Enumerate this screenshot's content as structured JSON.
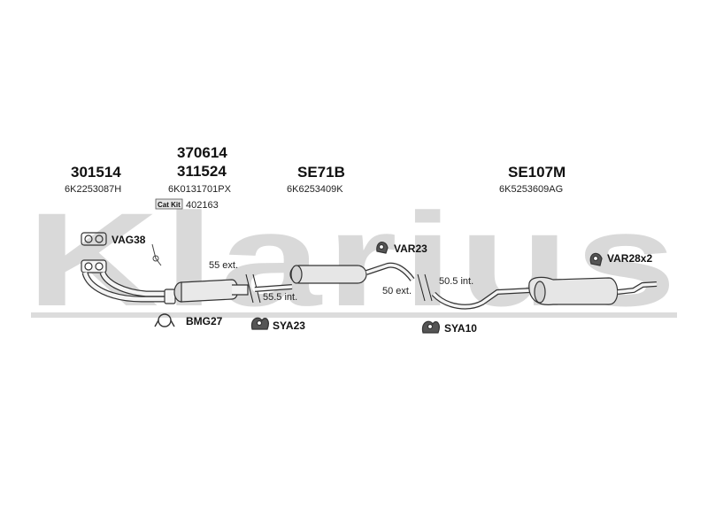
{
  "watermark": "Klarius",
  "parts": {
    "front": {
      "code": "301514",
      "oem": "6K2253087H"
    },
    "cat_alt": {
      "code": "370614"
    },
    "cat": {
      "code": "311524",
      "oem": "6K0131701PX",
      "kit_label": "Cat Kit",
      "kit_code": "402163"
    },
    "middle": {
      "code": "SE71B",
      "oem": "6K6253409K"
    },
    "rear": {
      "code": "SE107M",
      "oem": "6K5253609AG"
    }
  },
  "accessories": {
    "vag38": "VAG38",
    "bmg27": "BMG27",
    "sya23": "SYA23",
    "var23": "VAR23",
    "sya10": "SYA10",
    "var28": "VAR28x2"
  },
  "dimensions": {
    "ext55": "55 ext.",
    "int55_5": "55.5 int.",
    "ext50": "50 ext.",
    "int50_5": "50.5 int."
  }
}
